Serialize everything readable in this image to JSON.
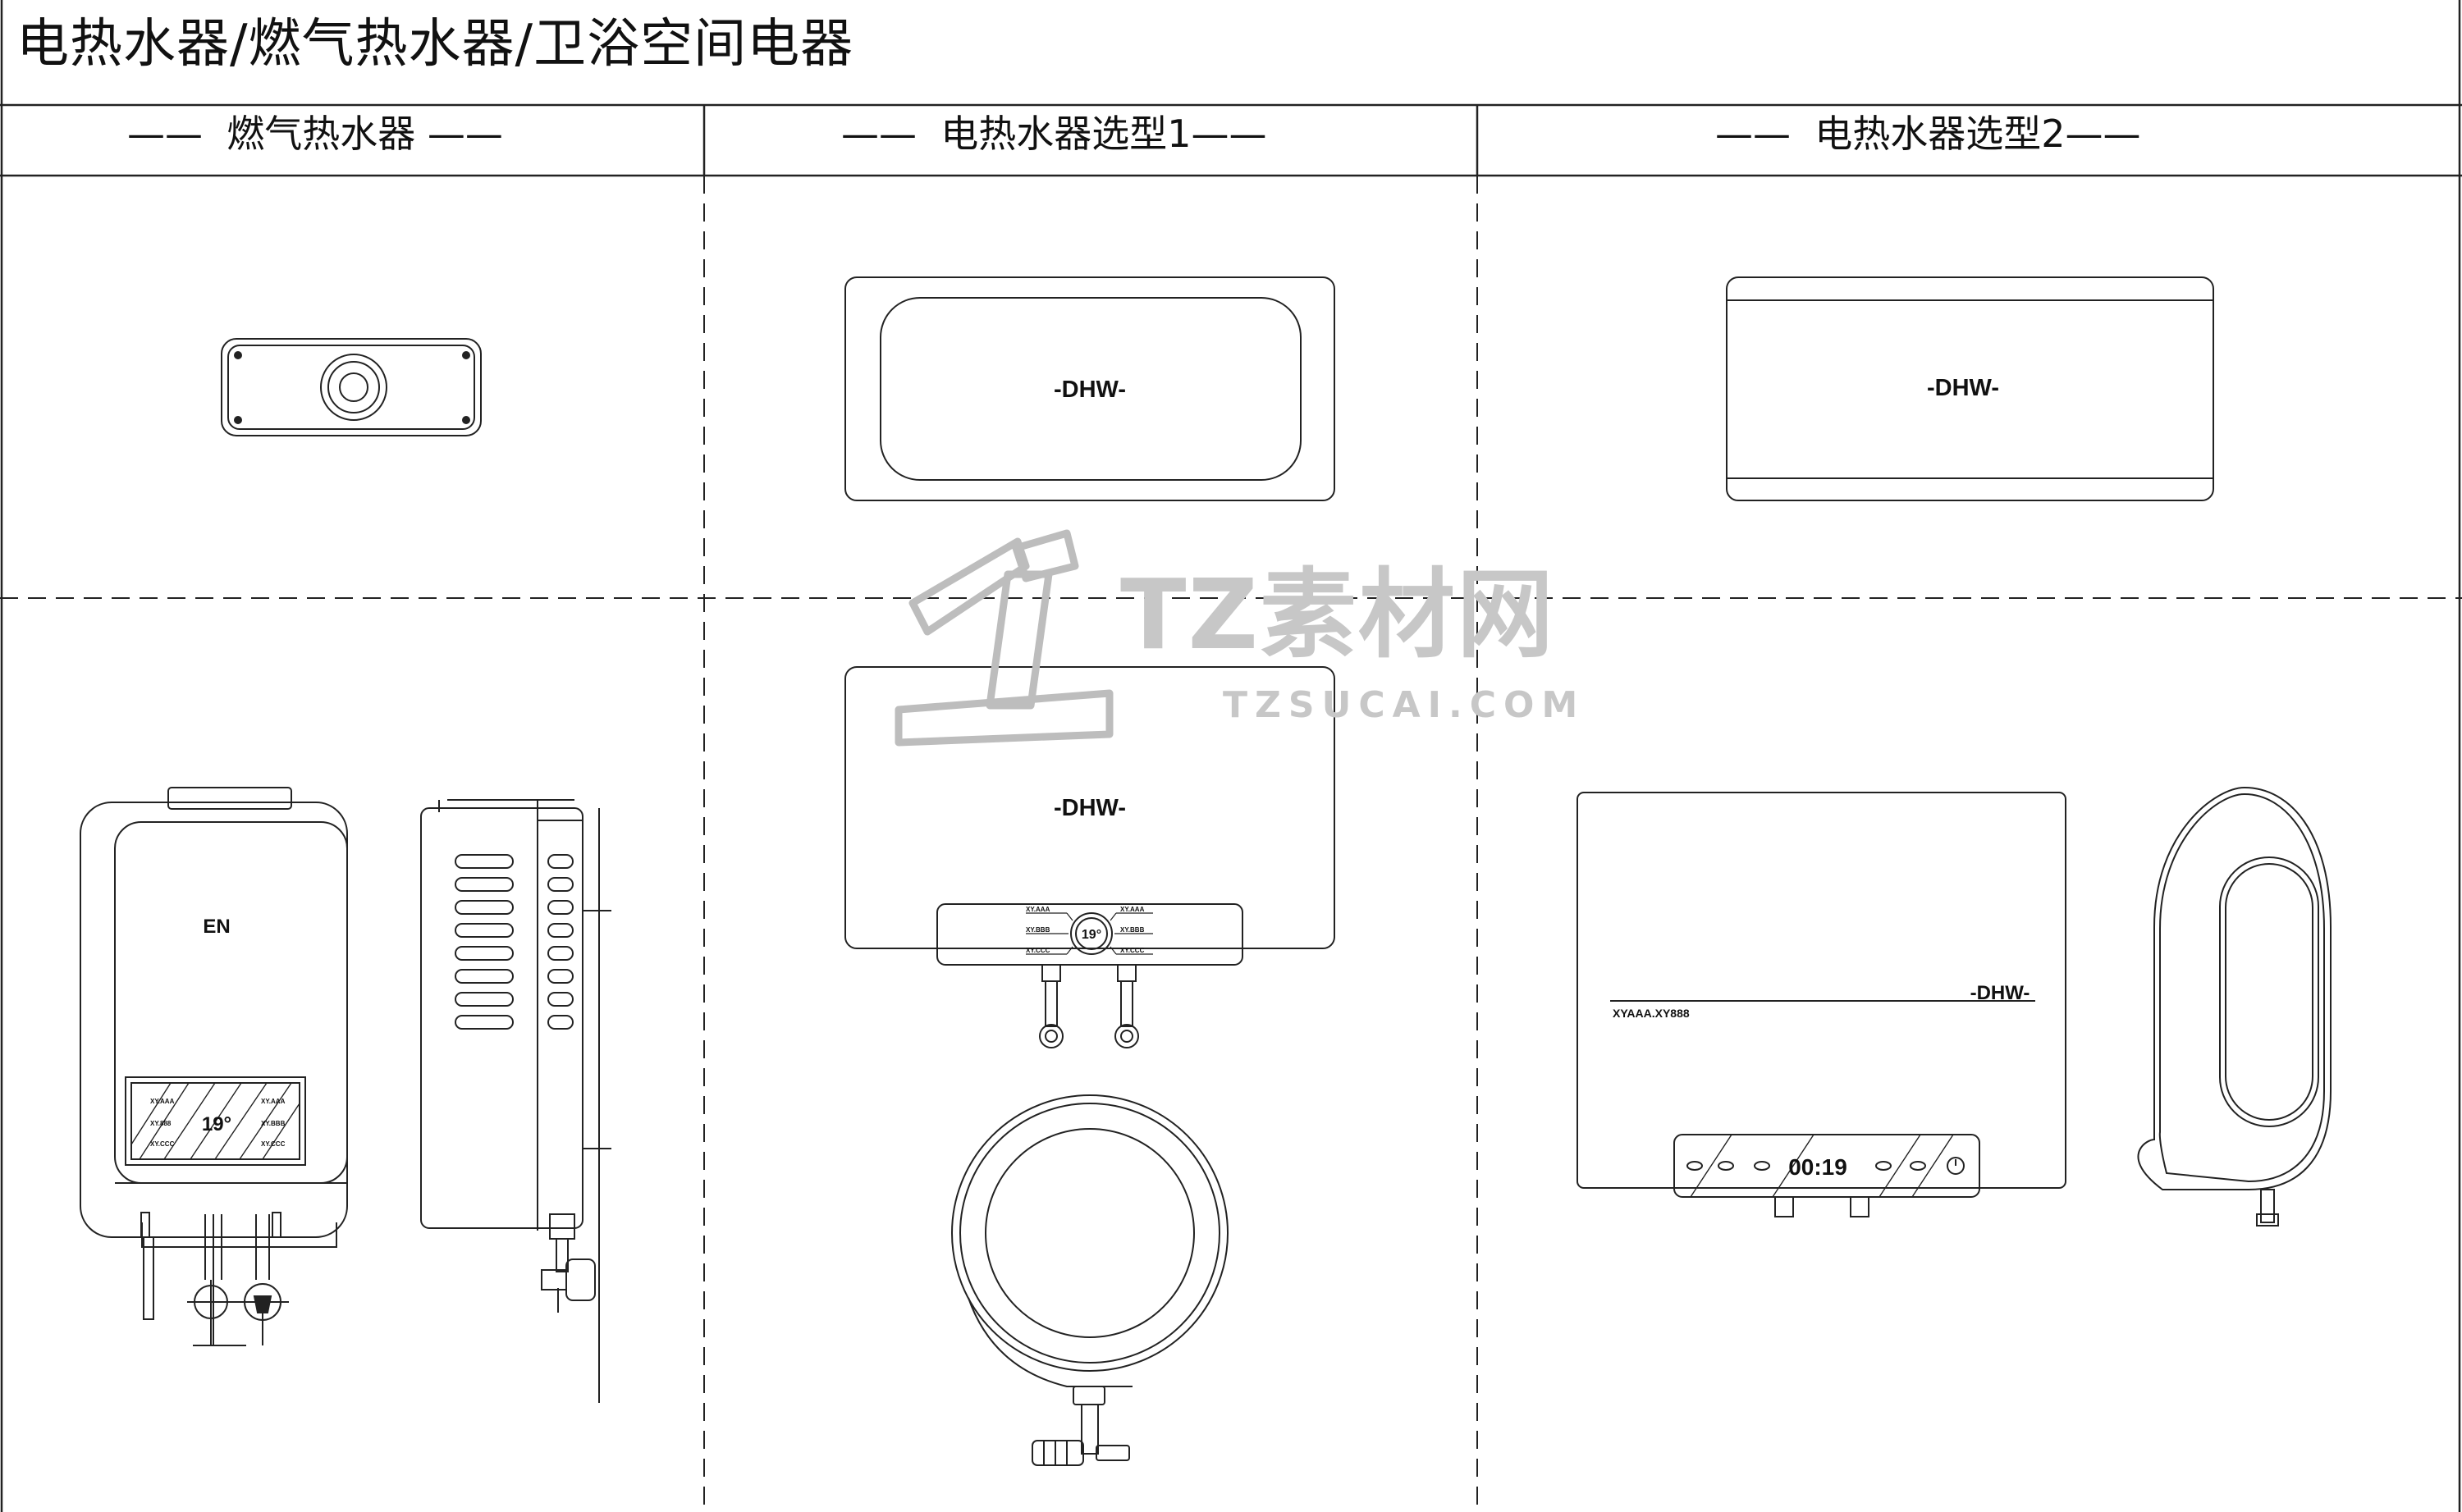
{
  "sheet": {
    "title": "电热水器/燃气热水器/卫浴空间电器"
  },
  "columns": [
    {
      "label": "燃气热水器"
    },
    {
      "label": "电热水器选型1"
    },
    {
      "label": "电热水器选型2"
    }
  ],
  "labels": {
    "dhw": "-DHW-",
    "en": "EN",
    "temp": "19°",
    "clock": "00:19",
    "model_code": "XYAAA.XY888",
    "panel_aaa": "XY.AAA",
    "panel_bbb": "XY.BBB",
    "panel_ccc": "XY.CCC",
    "panel_888": "XY.888"
  },
  "watermark": {
    "brand": "TZ素材网",
    "url": "TZSUCAI.COM"
  }
}
